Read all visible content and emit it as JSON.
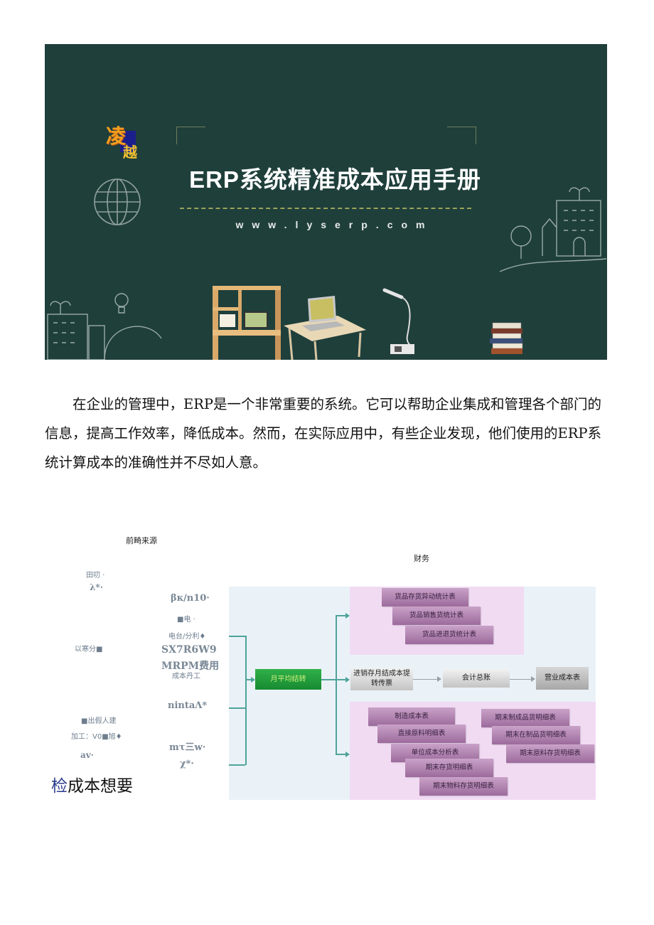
{
  "banner": {
    "logo_chars": [
      "凌",
      "越"
    ],
    "title": "ERP系统精准成本应用手册",
    "url": "www.lyserp.com",
    "background_color": "#1f3f3b"
  },
  "paragraph": {
    "text": "在企业的管理中，ERP是一个非常重要的系统。它可以帮助企业集成和管理各个部门的信息，提高工作效率，降低成本。然而，在实际应用中，有些企业发现，他们使用的ERP系统计算成本的准确性并不尽如人意。"
  },
  "diagram": {
    "left_header": "前畸来源",
    "right_header": "财务",
    "left_column": [
      {
        "text": "田叨 ·"
      },
      {
        "text": "λ*·"
      },
      {
        "text": "以寒分■"
      },
      {
        "text": "■出假人建"
      },
      {
        "text": "加工：V0■旭♦"
      },
      {
        "text": "av·"
      }
    ],
    "mid_column": [
      {
        "text": "βк/n10·"
      },
      {
        "text": "■电 ·"
      },
      {
        "text": "电台/分利♦"
      },
      {
        "text": "SX7R6W9"
      },
      {
        "text": "MRPM费用"
      },
      {
        "text": "成本丹工"
      },
      {
        "text": "nintaΛ*"
      },
      {
        "text": "mτ三w·"
      },
      {
        "text": "χ*·"
      }
    ],
    "summary_highlight": "检",
    "summary_rest": "成本想要",
    "flow": {
      "center_node": "月平均结转",
      "top_group": [
        "货品存货异动统计表",
        "货品销售货统计表",
        "货品进退货统计表"
      ],
      "middle_chain": [
        "进销存月结成本提转传票",
        "会计总账",
        "营业成本表"
      ],
      "bottom_left_group": [
        "制造成本表",
        "直接原料明细表",
        "单位成本分析表",
        "期末存货明细表",
        "期末物料存货明细表"
      ],
      "bottom_right_group": [
        "期末制成品货明细表",
        "期末在制品货明细表",
        "期末原料存货明细表"
      ],
      "colors": {
        "panel": "#eaf2f8",
        "pink_group": "#f1dbf3",
        "tag": "#a878a8",
        "green_node": "#22a03c",
        "connector": "#4fa39a"
      }
    }
  }
}
